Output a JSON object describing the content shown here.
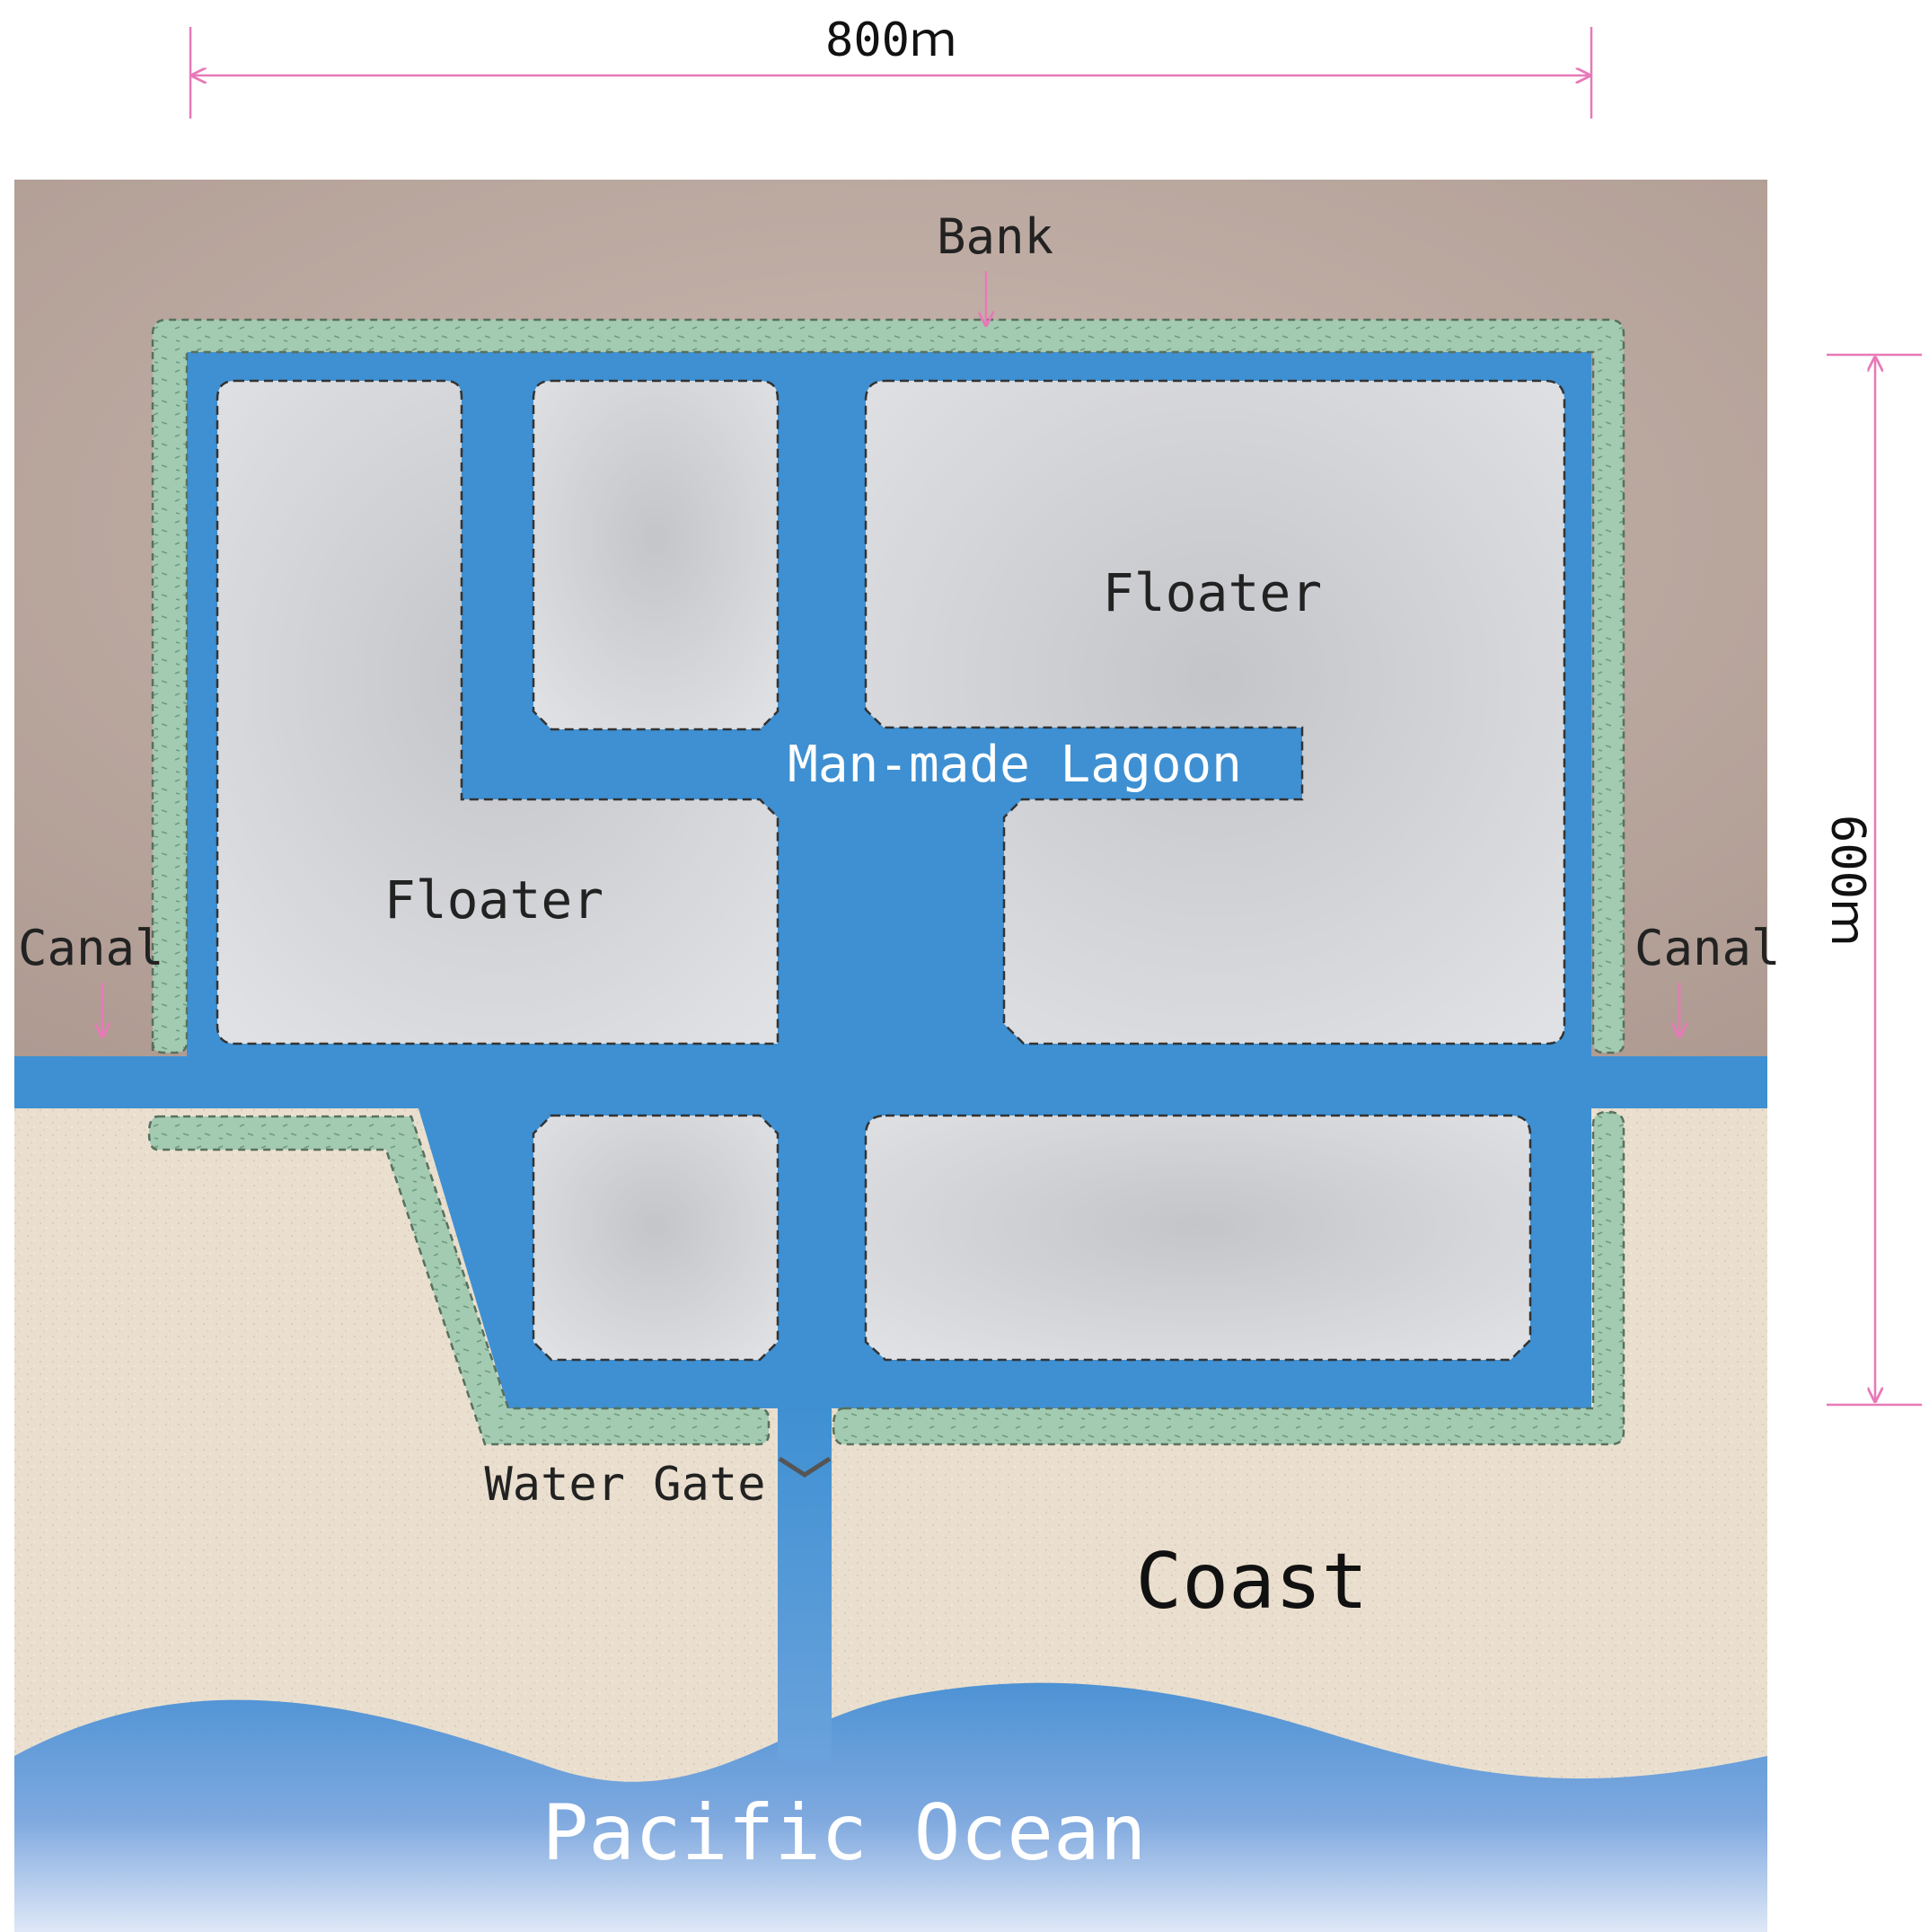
{
  "dimensions": {
    "width_label": "800ｍ",
    "height_label": "600ｍ"
  },
  "labels": {
    "bank": "Bank",
    "canal_left": "Canal",
    "canal_right": "Canal",
    "floater_top_right": "Floater",
    "floater_left": "Floater",
    "lagoon": "Man-made Lagoon",
    "water_gate": "Water Gate",
    "coast": "Coast",
    "ocean": "Pacific Ocean"
  },
  "colors": {
    "water": "#3e90d2",
    "land_top": "#bcaaa2",
    "coast": "#e9dccb",
    "bank": "#9fc9ae",
    "floater": "#cfd0d3",
    "dimension_arrow": "#e879b8",
    "ocean_light": "#c9d9f1"
  },
  "icons": {
    "arrow": "pink-arrow-icon",
    "gate": "chevron-gate-icon"
  }
}
